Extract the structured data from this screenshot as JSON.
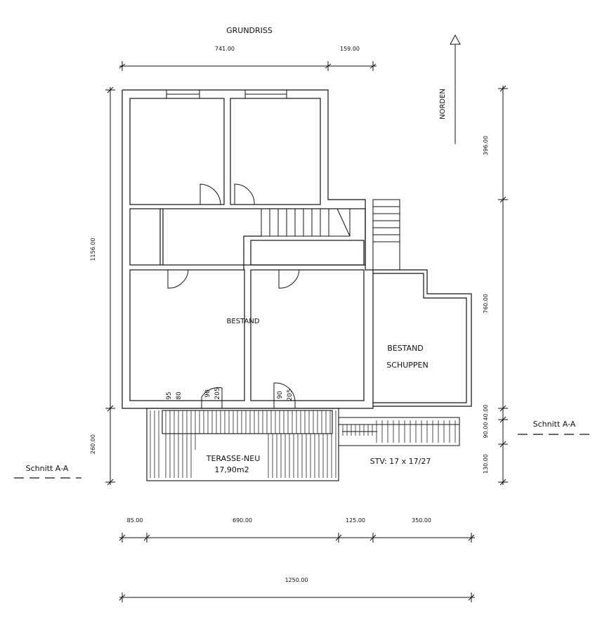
{
  "title": "GRUNDRISS",
  "north": {
    "label": "NORDEN"
  },
  "dims_top": [
    "741.00",
    "159.00"
  ],
  "dims_left": [
    "1156.00",
    "260.00"
  ],
  "dims_right": [
    "396.00",
    "760.00",
    "40.00",
    "90.00",
    "130.00"
  ],
  "dims_bottom": [
    "85.00",
    "690.00",
    "125.00",
    "350.00"
  ],
  "dim_total": "1250.00",
  "rooms": {
    "bestand": "BESTAND",
    "bestand_schuppen_1": "BESTAND",
    "bestand_schuppen_2": "SCHUPPEN",
    "terasse_1": "TERASSE-NEU",
    "terasse_2": "17,90m2",
    "stairs_note": "STV: 17 x 17/27"
  },
  "door_dims": [
    "95",
    "80",
    "90",
    "205",
    "90",
    "205"
  ],
  "section": {
    "left": "Schnitt A-A",
    "right": "Schnitt A-A"
  }
}
